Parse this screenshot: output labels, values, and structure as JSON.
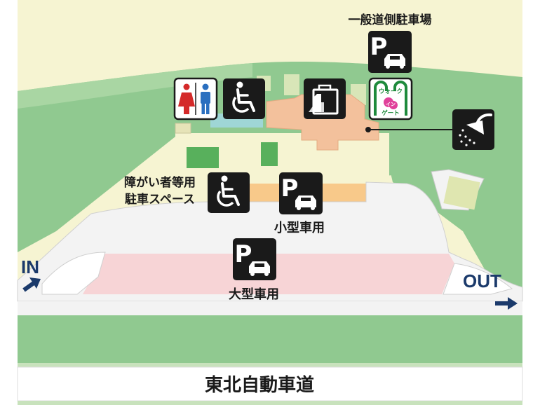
{
  "labels": {
    "general_parking": "一般道側駐車場",
    "accessible_parking_line1": "障がい者等用",
    "accessible_parking_line2": "駐車スペース",
    "small_car": "小型車用",
    "large_car": "大型車用",
    "expressway": "東北自動車道",
    "entrance": "IN",
    "exit": "OUT",
    "walk_gate_line1": "ウォーク",
    "walk_gate_mid": "イン",
    "walk_gate_line2": "ゲート"
  },
  "icons": {
    "parking_letter": "P",
    "names": [
      "restroom-icon",
      "wheelchair-icon",
      "shopping-bag-icon",
      "walk-in-gate-icon",
      "shower-icon",
      "parking-icon"
    ]
  },
  "colors": {
    "hill_green": "#90c990",
    "light_green": "#c8e2bc",
    "pale_yellow": "#f6f4d2",
    "building_orange": "#f3c19c",
    "accessible_strip": "#f8c98a",
    "lot": "#f3f3f3",
    "large_lot_pink": "#f7d4d6",
    "icon_dark": "#1a1a1a",
    "gate_green": "#1e8a3c",
    "gate_pink": "#e0409a",
    "arrow_navy": "#1b3a6b"
  }
}
